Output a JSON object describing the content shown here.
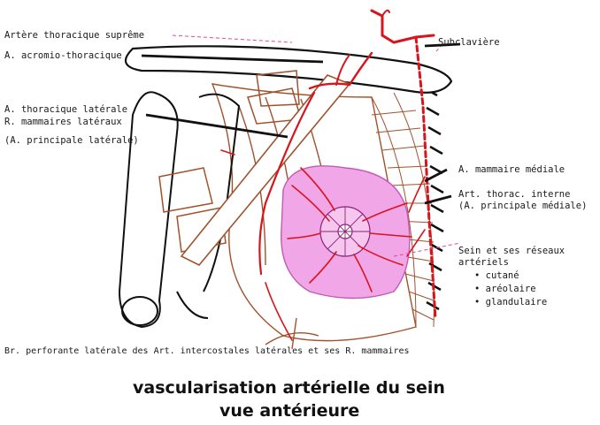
{
  "labels": {
    "thoracique_supreme": "Artère thoracique suprême",
    "acromio_thoracique": "A. acromio-thoracique",
    "thoracique_laterale": "A. thoracique latérale",
    "mammaires_lateraux": "R. mammaires latéraux",
    "principale_laterale": "(A. principale latérale)",
    "subclaviere": "Subclavière",
    "mammaire_mediale": "A. mammaire médiale",
    "thorac_interne": "Art. thorac. interne",
    "principale_mediale": "(A. principale médiale)",
    "sein_reseaux": "Sein et ses réseaux",
    "arteriels": "artériels",
    "cutane": "• cutané",
    "areolaire": "• aréolaire",
    "glandulaire": "• glandulaire",
    "perforante": "Br. perforante  latérale des Art. intercostales latérales et ses R. mammaires"
  },
  "caption": {
    "line1": "vascularisation artérielle du sein",
    "line2": "vue antérieure"
  },
  "colors": {
    "artery": "#d8141c",
    "muscle": "#a0522d",
    "outline": "#111111",
    "gland": "#f1a6e8",
    "guide": "#e5479a"
  }
}
